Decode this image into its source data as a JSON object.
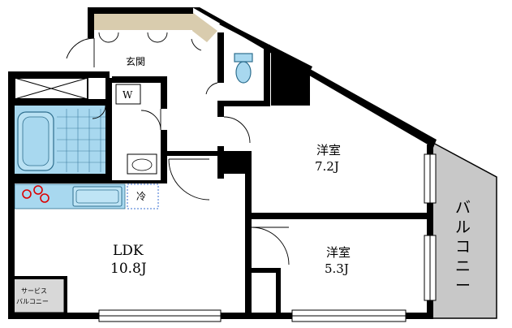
{
  "rooms": {
    "entrance": "玄関",
    "western_room_1": {
      "name": "洋室",
      "size": "7.2J"
    },
    "western_room_2": {
      "name": "洋室",
      "size": "5.3J"
    },
    "ldk": {
      "name": "LDK",
      "size": "10.8J"
    },
    "balcony": [
      "バ",
      "ル",
      "コ",
      "ニ",
      "ー"
    ],
    "service_balcony": {
      "line1": "サービス",
      "line2": "バルコニー"
    }
  },
  "fixtures": {
    "washer": "W",
    "fridge": "冷"
  },
  "colors": {
    "wall": "#000000",
    "bath_fill": "#a8d8ef",
    "balcony_fill": "#c8c8c8",
    "storage_fill": "#d9ccae",
    "service_balcony_fill": "#d8d8d8"
  }
}
